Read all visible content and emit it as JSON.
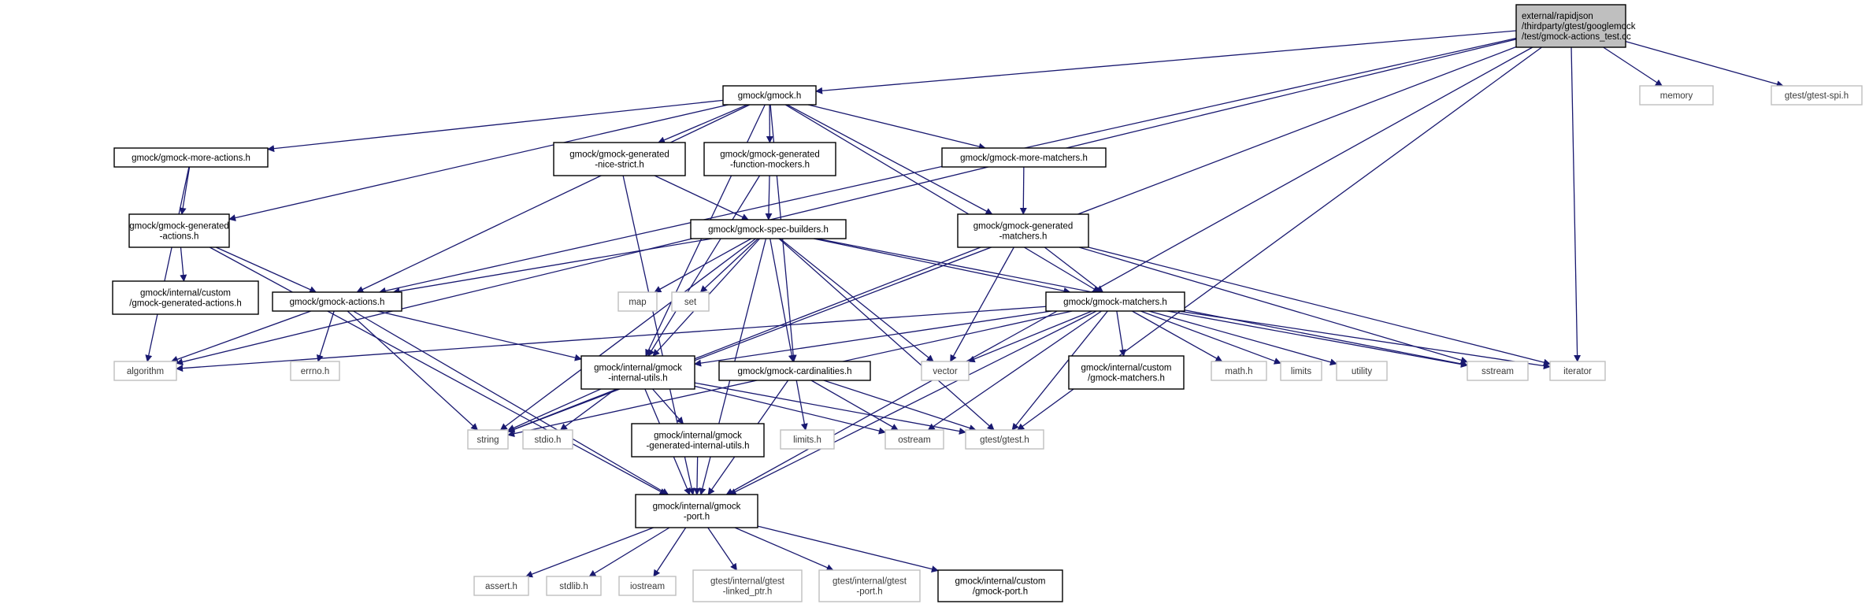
{
  "colors": {
    "edge": "#191970",
    "node_border": "#000000",
    "system_border": "#bfbfbf",
    "root_fill": "#bfbfbf",
    "node_fill": "#ffffff",
    "node_text": "#000000",
    "system_text": "#3a3a3a"
  },
  "nodes": [
    {
      "id": "root",
      "lines": [
        "external/rapidjson",
        "/thirdparty/gtest/googlemock",
        "/test/gmock-actions_test.cc"
      ],
      "kind": "root"
    },
    {
      "id": "memory",
      "lines": [
        "memory"
      ],
      "kind": "system"
    },
    {
      "id": "gtest_spi",
      "lines": [
        "gtest/gtest-spi.h"
      ],
      "kind": "system"
    },
    {
      "id": "gmock_h",
      "lines": [
        "gmock/gmock.h"
      ],
      "kind": "file"
    },
    {
      "id": "more_actions",
      "lines": [
        "gmock/gmock-more-actions.h"
      ],
      "kind": "file"
    },
    {
      "id": "gen_nice",
      "lines": [
        "gmock/gmock-generated",
        "-nice-strict.h"
      ],
      "kind": "file"
    },
    {
      "id": "gen_func",
      "lines": [
        "gmock/gmock-generated",
        "-function-mockers.h"
      ],
      "kind": "file"
    },
    {
      "id": "more_matchers",
      "lines": [
        "gmock/gmock-more-matchers.h"
      ],
      "kind": "file"
    },
    {
      "id": "gen_actions",
      "lines": [
        "gmock/gmock-generated",
        "-actions.h"
      ],
      "kind": "file"
    },
    {
      "id": "spec_builders",
      "lines": [
        "gmock/gmock-spec-builders.h"
      ],
      "kind": "file"
    },
    {
      "id": "gen_matchers",
      "lines": [
        "gmock/gmock-generated",
        "-matchers.h"
      ],
      "kind": "file"
    },
    {
      "id": "custom_gen_actions",
      "lines": [
        "gmock/internal/custom",
        "/gmock-generated-actions.h"
      ],
      "kind": "file"
    },
    {
      "id": "actions",
      "lines": [
        "gmock/gmock-actions.h"
      ],
      "kind": "file"
    },
    {
      "id": "map",
      "lines": [
        "map"
      ],
      "kind": "system"
    },
    {
      "id": "set",
      "lines": [
        "set"
      ],
      "kind": "system"
    },
    {
      "id": "matchers",
      "lines": [
        "gmock/gmock-matchers.h"
      ],
      "kind": "file"
    },
    {
      "id": "algorithm",
      "lines": [
        "algorithm"
      ],
      "kind": "system"
    },
    {
      "id": "errno",
      "lines": [
        "errno.h"
      ],
      "kind": "system"
    },
    {
      "id": "internal_utils",
      "lines": [
        "gmock/internal/gmock",
        "-internal-utils.h"
      ],
      "kind": "file"
    },
    {
      "id": "cardinalities",
      "lines": [
        "gmock/gmock-cardinalities.h"
      ],
      "kind": "file"
    },
    {
      "id": "vector",
      "lines": [
        "vector"
      ],
      "kind": "system"
    },
    {
      "id": "custom_matchers",
      "lines": [
        "gmock/internal/custom",
        "/gmock-matchers.h"
      ],
      "kind": "file"
    },
    {
      "id": "math",
      "lines": [
        "math.h"
      ],
      "kind": "system"
    },
    {
      "id": "limits",
      "lines": [
        "limits"
      ],
      "kind": "system"
    },
    {
      "id": "utility",
      "lines": [
        "utility"
      ],
      "kind": "system"
    },
    {
      "id": "sstream",
      "lines": [
        "sstream"
      ],
      "kind": "system"
    },
    {
      "id": "iterator",
      "lines": [
        "iterator"
      ],
      "kind": "system"
    },
    {
      "id": "string",
      "lines": [
        "string"
      ],
      "kind": "system"
    },
    {
      "id": "stdio",
      "lines": [
        "stdio.h"
      ],
      "kind": "system"
    },
    {
      "id": "gen_internal_utils",
      "lines": [
        "gmock/internal/gmock",
        "-generated-internal-utils.h"
      ],
      "kind": "file"
    },
    {
      "id": "limits_h",
      "lines": [
        "limits.h"
      ],
      "kind": "system"
    },
    {
      "id": "ostream",
      "lines": [
        "ostream"
      ],
      "kind": "system"
    },
    {
      "id": "gtest_h",
      "lines": [
        "gtest/gtest.h"
      ],
      "kind": "system"
    },
    {
      "id": "port",
      "lines": [
        "gmock/internal/gmock",
        "-port.h"
      ],
      "kind": "file"
    },
    {
      "id": "assert",
      "lines": [
        "assert.h"
      ],
      "kind": "system"
    },
    {
      "id": "stdlib",
      "lines": [
        "stdlib.h"
      ],
      "kind": "system"
    },
    {
      "id": "iostream",
      "lines": [
        "iostream"
      ],
      "kind": "system"
    },
    {
      "id": "gtest_linked",
      "lines": [
        "gtest/internal/gtest",
        "-linked_ptr.h"
      ],
      "kind": "system"
    },
    {
      "id": "gtest_port",
      "lines": [
        "gtest/internal/gtest",
        "-port.h"
      ],
      "kind": "system"
    },
    {
      "id": "custom_port",
      "lines": [
        "gmock/internal/custom",
        "/gmock-port.h"
      ],
      "kind": "file"
    }
  ],
  "edges": [
    [
      "root",
      "memory"
    ],
    [
      "root",
      "gtest_spi"
    ],
    [
      "root",
      "gmock_h"
    ],
    [
      "root",
      "actions"
    ],
    [
      "root",
      "algorithm"
    ],
    [
      "root",
      "string"
    ],
    [
      "root",
      "iterator"
    ],
    [
      "root",
      "gtest_h"
    ],
    [
      "root",
      "port"
    ],
    [
      "gmock_h",
      "more_actions"
    ],
    [
      "gmock_h",
      "gen_nice"
    ],
    [
      "gmock_h",
      "gen_func"
    ],
    [
      "gmock_h",
      "more_matchers"
    ],
    [
      "gmock_h",
      "gen_actions"
    ],
    [
      "gmock_h",
      "actions"
    ],
    [
      "gmock_h",
      "gen_matchers"
    ],
    [
      "gmock_h",
      "matchers"
    ],
    [
      "gmock_h",
      "internal_utils"
    ],
    [
      "gmock_h",
      "cardinalities"
    ],
    [
      "more_actions",
      "gen_actions"
    ],
    [
      "more_actions",
      "algorithm"
    ],
    [
      "gen_actions",
      "custom_gen_actions"
    ],
    [
      "gen_actions",
      "actions"
    ],
    [
      "gen_actions",
      "port"
    ],
    [
      "gen_nice",
      "spec_builders"
    ],
    [
      "gen_nice",
      "port"
    ],
    [
      "gen_func",
      "spec_builders"
    ],
    [
      "gen_func",
      "internal_utils"
    ],
    [
      "more_matchers",
      "gen_matchers"
    ],
    [
      "gen_matchers",
      "matchers"
    ],
    [
      "gen_matchers",
      "vector"
    ],
    [
      "gen_matchers",
      "sstream"
    ],
    [
      "gen_matchers",
      "iterator"
    ],
    [
      "gen_matchers",
      "string"
    ],
    [
      "spec_builders",
      "actions"
    ],
    [
      "spec_builders",
      "map"
    ],
    [
      "spec_builders",
      "set"
    ],
    [
      "spec_builders",
      "matchers"
    ],
    [
      "spec_builders",
      "internal_utils"
    ],
    [
      "spec_builders",
      "cardinalities"
    ],
    [
      "spec_builders",
      "vector"
    ],
    [
      "spec_builders",
      "sstream"
    ],
    [
      "spec_builders",
      "string"
    ],
    [
      "spec_builders",
      "gtest_h"
    ],
    [
      "spec_builders",
      "port"
    ],
    [
      "actions",
      "algorithm"
    ],
    [
      "actions",
      "errno"
    ],
    [
      "actions",
      "internal_utils"
    ],
    [
      "actions",
      "string"
    ],
    [
      "actions",
      "port"
    ],
    [
      "matchers",
      "algorithm"
    ],
    [
      "matchers",
      "internal_utils"
    ],
    [
      "matchers",
      "vector"
    ],
    [
      "matchers",
      "custom_matchers"
    ],
    [
      "matchers",
      "math"
    ],
    [
      "matchers",
      "limits"
    ],
    [
      "matchers",
      "utility"
    ],
    [
      "matchers",
      "sstream"
    ],
    [
      "matchers",
      "iterator"
    ],
    [
      "matchers",
      "string"
    ],
    [
      "matchers",
      "ostream"
    ],
    [
      "matchers",
      "gtest_h"
    ],
    [
      "matchers",
      "port"
    ],
    [
      "internal_utils",
      "string"
    ],
    [
      "internal_utils",
      "stdio"
    ],
    [
      "internal_utils",
      "gen_internal_utils"
    ],
    [
      "internal_utils",
      "ostream"
    ],
    [
      "internal_utils",
      "gtest_h"
    ],
    [
      "internal_utils",
      "port"
    ],
    [
      "gen_internal_utils",
      "port"
    ],
    [
      "cardinalities",
      "limits_h"
    ],
    [
      "cardinalities",
      "ostream"
    ],
    [
      "cardinalities",
      "gtest_h"
    ],
    [
      "cardinalities",
      "port"
    ],
    [
      "port",
      "assert"
    ],
    [
      "port",
      "stdlib"
    ],
    [
      "port",
      "iostream"
    ],
    [
      "port",
      "gtest_linked"
    ],
    [
      "port",
      "gtest_port"
    ],
    [
      "port",
      "custom_port"
    ]
  ]
}
